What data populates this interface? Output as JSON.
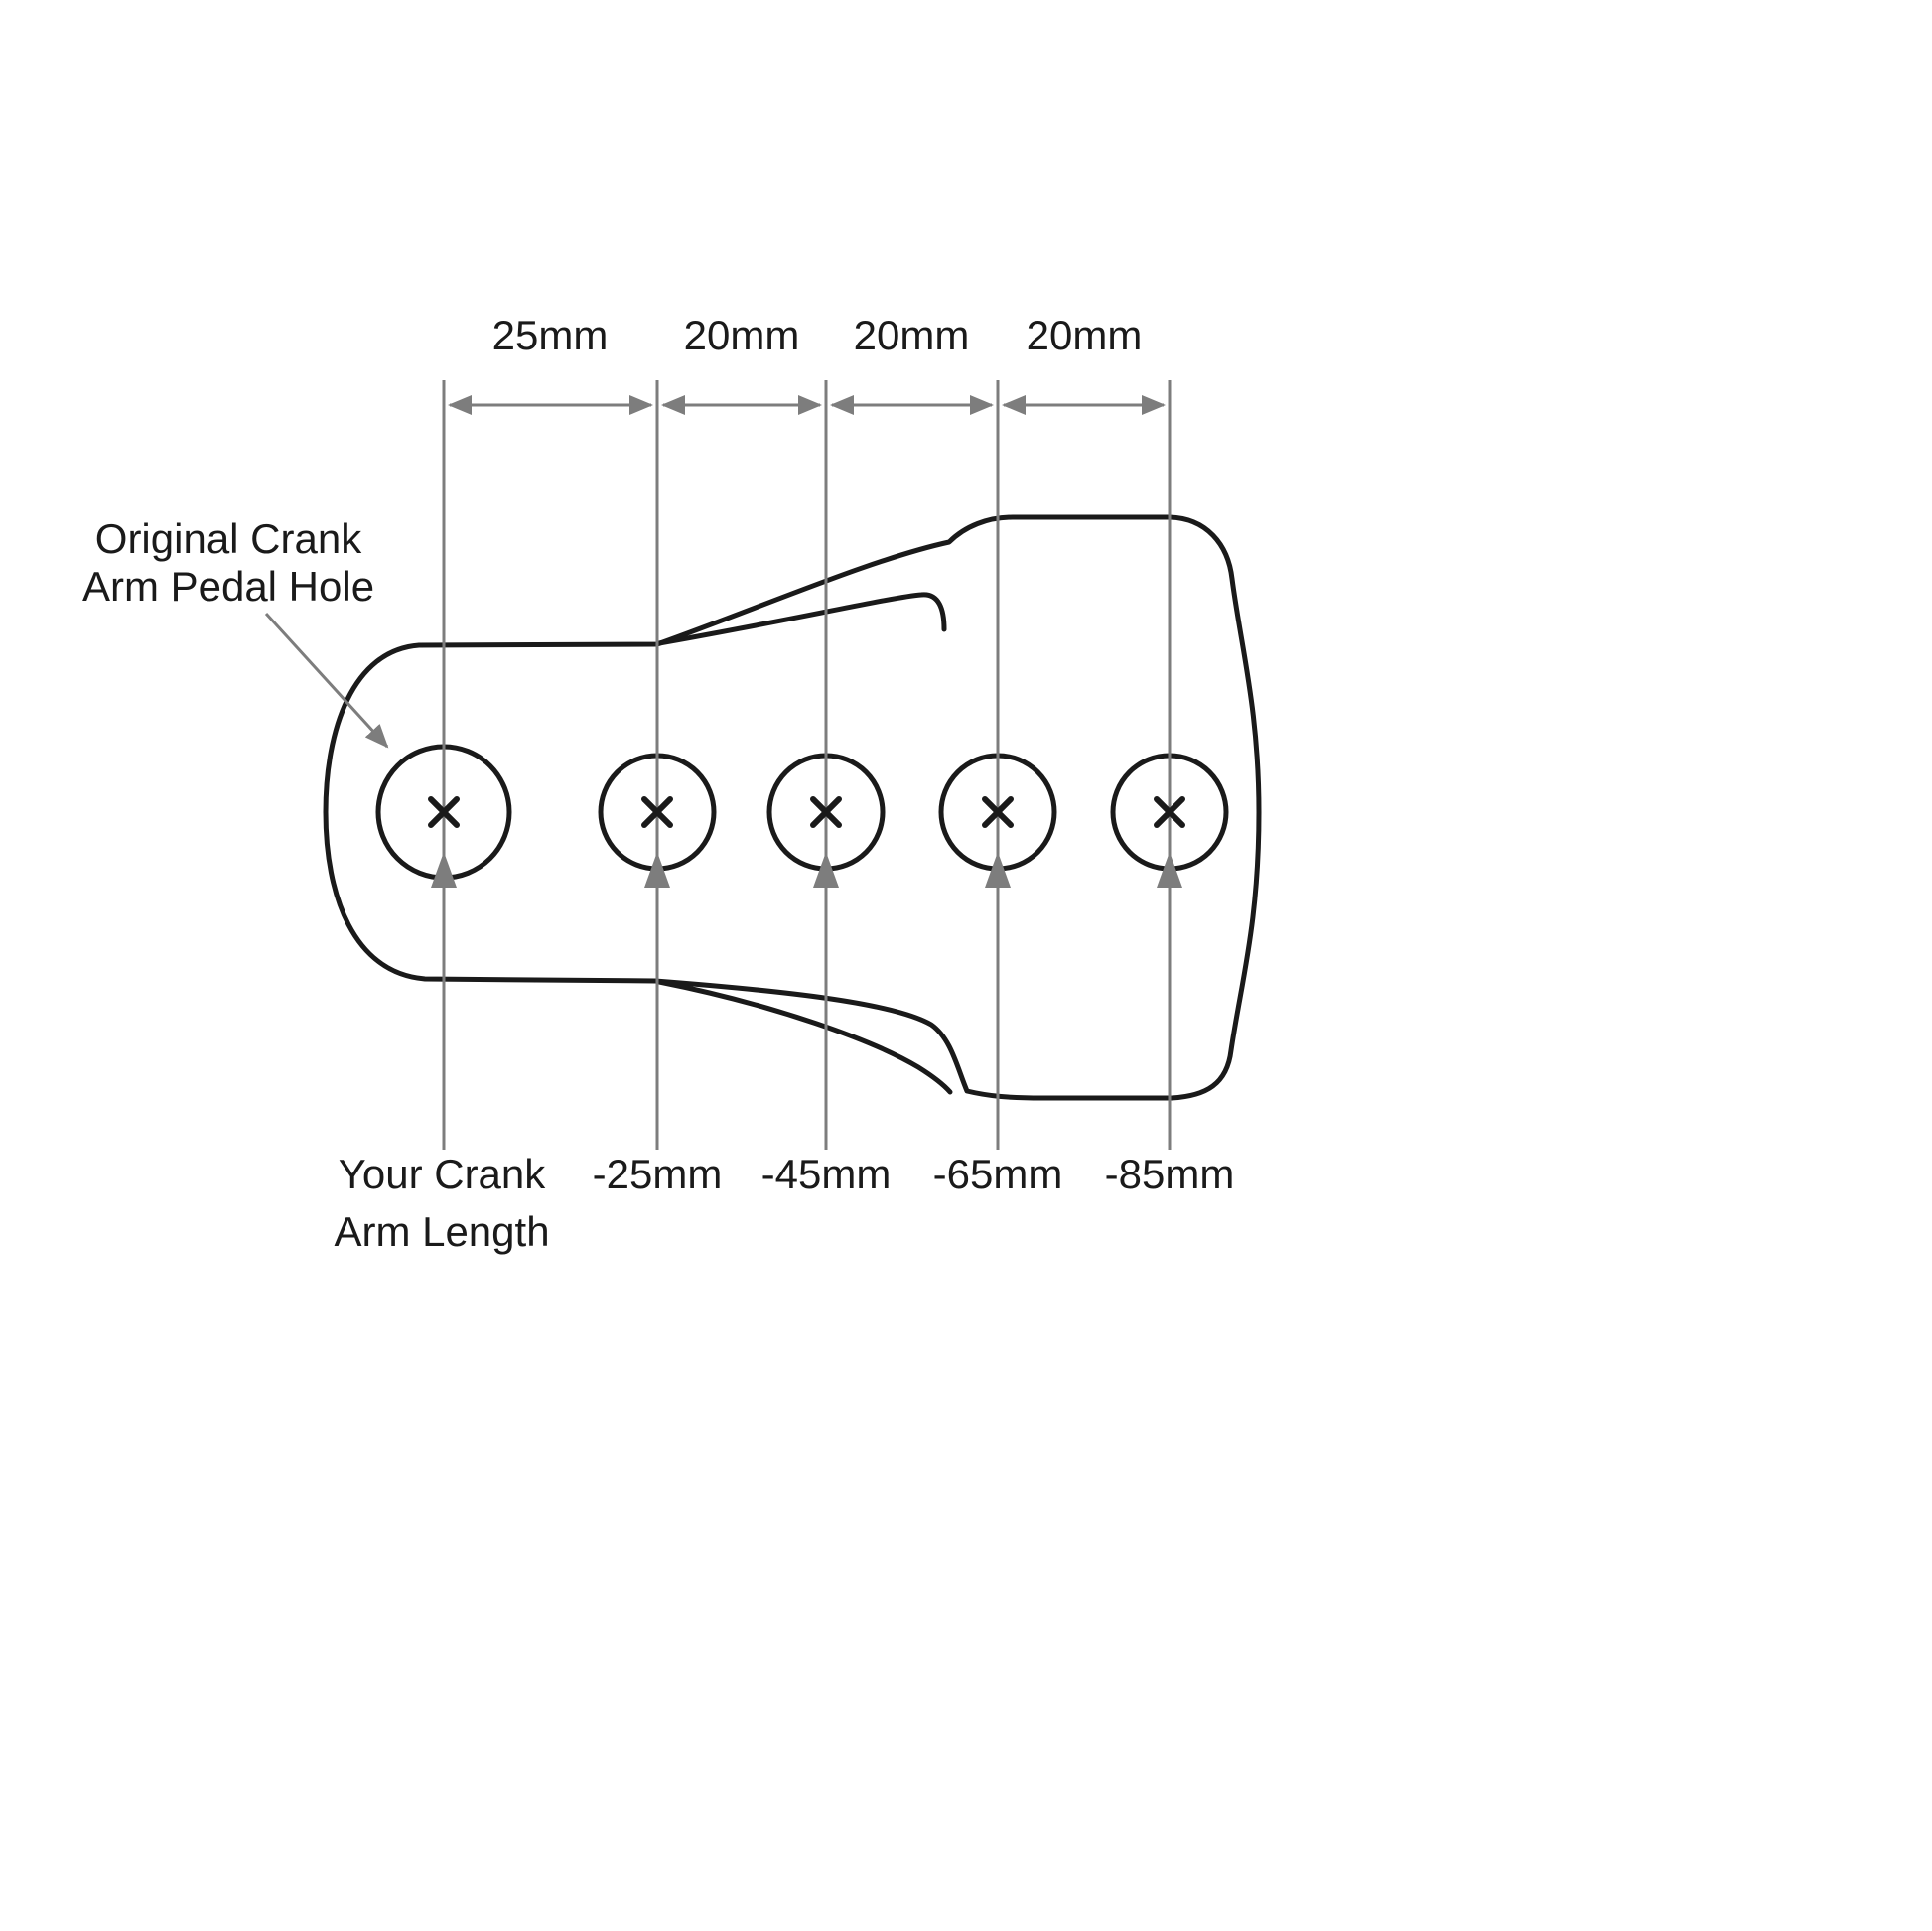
{
  "diagram": {
    "background": "#ffffff",
    "colors": {
      "outline": "#1a1a1a",
      "guide": "#7d7d7d",
      "text": "#1a1a1a"
    },
    "dimension_labels": [
      {
        "label": "25mm"
      },
      {
        "label": "20mm"
      },
      {
        "label": "20mm"
      },
      {
        "label": "20mm"
      }
    ],
    "annotation": {
      "line1": "Original Crank",
      "line2": "Arm Pedal Hole"
    },
    "hole_labels": {
      "original": {
        "line1": "Your Crank",
        "line2": "Arm Length"
      },
      "offsets": [
        {
          "label": "-25mm"
        },
        {
          "label": "-45mm"
        },
        {
          "label": "-65mm"
        },
        {
          "label": "-85mm"
        }
      ]
    }
  }
}
